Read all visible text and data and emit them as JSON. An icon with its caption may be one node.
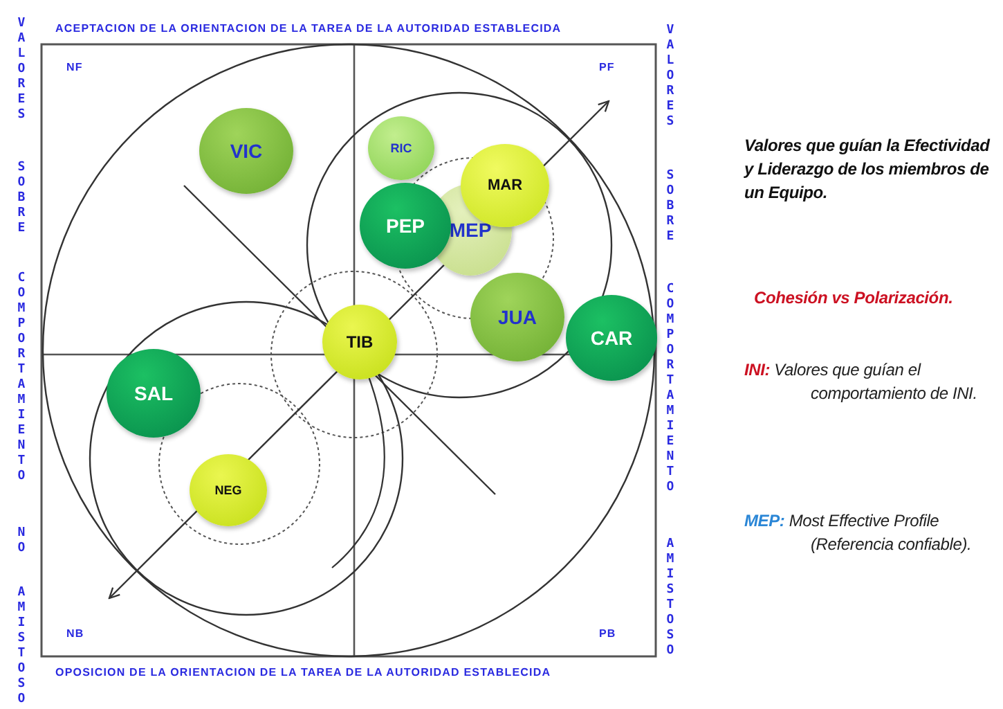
{
  "diagram": {
    "nodes": [
      {
        "text": [
          "VIC"
        ]
      },
      {
        "text": [
          "RIC"
        ]
      },
      {
        "text": [
          "MEP"
        ]
      },
      {
        "text": [
          "PEP"
        ]
      },
      {
        "text": [
          "MAR"
        ]
      },
      {
        "text": [
          "JUA"
        ]
      },
      {
        "text": [
          "CAR"
        ]
      },
      {
        "text": [
          "TIB"
        ]
      },
      {
        "text": [
          "SAL"
        ]
      },
      {
        "text": [
          "NEG"
        ]
      }
    ],
    "edges": [],
    "labels": [
      "ACEPTACION DE LA ORIENTACION DE LA TAREA DE LA AUTORIDAD ESTABLECIDA",
      "NF",
      "PF",
      "VALORES",
      "SOBRE",
      "COMPORTAMIENTO",
      "NO",
      "AMISTOSO",
      "VALORES",
      "SOBRE",
      "COMPORTAMIENTO",
      "AMISTOSO",
      "Valores que guían la Efectividad y Liderazgo de los miembros de un Equipo.",
      "Cohesión vs Polarización.",
      "**INI:** Valores que guían el comportamiento de INI.",
      "**MEP:** Most Effective Profile (Referencia confiable).",
      "NB",
      "PB",
      "OPOSICION DE LA ORIENTACION DE LA TAREA DE LA AUTORIDAD ESTABLECIDA"
    ]
  }
}
